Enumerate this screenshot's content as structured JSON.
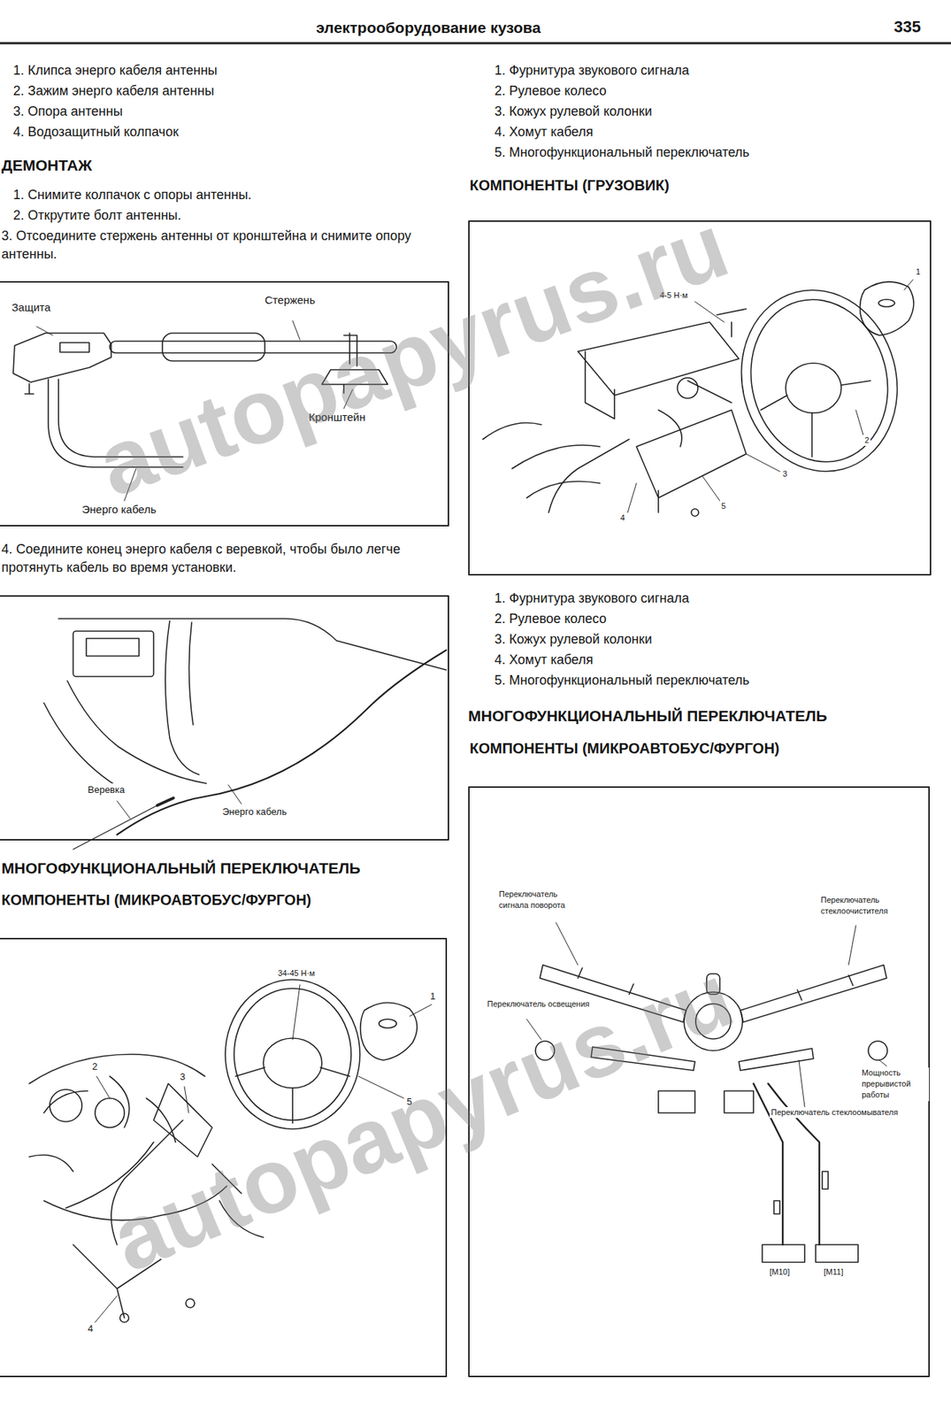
{
  "diagram": {
    "title": "электрооборудование кузова",
    "labels": [
      "335",
      "1. Клипса энерго кабеля антенны",
      "2. Зажим энерго кабеля антенны",
      "3. Опора антенны",
      "4. Водозащитный колпачок",
      "ДЕМОНТАЖ",
      "1. Снимите колпачок с опоры антенны.",
      "2. Открутите болт антенны.",
      "3. Отсоедините стержень антенны от кронштейна и снимите опору антенны.",
      "Защита",
      "Стержень",
      "Кронштейн",
      "Энерго кабель",
      "4. Соедините конец энерго кабеля с веревкой, чтобы было легче протянуть кабель во время установки.",
      "Веревка",
      "Энерго кабель",
      "МНОГОФУНКЦИОНАЛЬНЫЙ ПЕРЕКЛЮЧАТЕЛЬ",
      "КОМПОНЕНТЫ (МИКРОАВТОБУС/ФУРГОН)",
      "34-45 Н·м",
      "1",
      "2",
      "3",
      "5",
      "4",
      "1. Фурнитура звукового сигнала",
      "2. Рулевое колесо",
      "3. Кожух рулевой колонки",
      "4. Хомут кабеля",
      "5. Многофункциональный переключатель",
      "КОМПОНЕНТЫ (ГРУЗОВИК)",
      "4-5 Н·м",
      "1",
      "2",
      "3",
      "4",
      "5",
      "1. Фурнитура звукового сигнала",
      "2. Рулевое колесо",
      "3. Кожух рулевой колонки",
      "4. Хомут кабеля",
      "5. Многофункциональный переключатель",
      "МНОГОФУНКЦИОНАЛЬНЫЙ ПЕРЕКЛЮЧАТЕЛЬ",
      "КОМПОНЕНТЫ (МИКРОАВТОБУС/ФУРГОН)",
      "Переключатель сигнала поворота",
      "Переключатель стеклоочистителя",
      "Переключатель освещения",
      "Мощность прерывистой работы",
      "Переключатель стеклоомывателя",
      "[M10]",
      "[M11]",
      "autopapyrus.ru",
      "autopapyrus.ru"
    ]
  }
}
